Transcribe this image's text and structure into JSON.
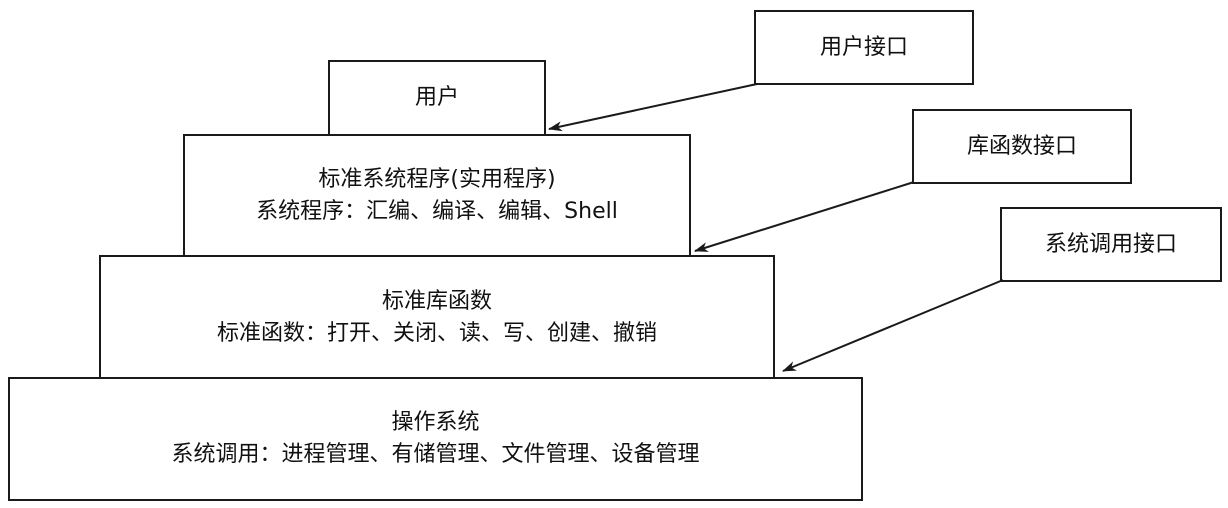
{
  "layers": {
    "user": {
      "title": "用户"
    },
    "standard_programs": {
      "title": "标准系统程序(实用程序)",
      "detail": "系统程序：汇编、编译、编辑、Shell"
    },
    "library_functions": {
      "title": "标准库函数",
      "detail": "标准函数：打开、关闭、读、写、创建、撤销"
    },
    "operating_system": {
      "title": "操作系统",
      "detail": "系统调用：进程管理、有储管理、文件管理、设备管理"
    }
  },
  "interfaces": {
    "user_interface": "用户接口",
    "library_interface": "库函数接口",
    "syscall_interface": "系统调用接口"
  }
}
